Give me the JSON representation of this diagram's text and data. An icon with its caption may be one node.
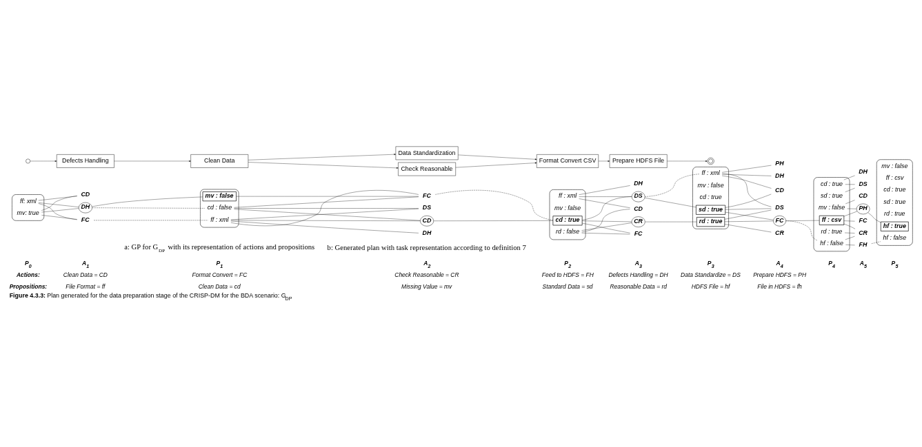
{
  "diagram": {
    "caption": "**Figure 4.3.3:** Plan generated for the data preparation stage of the CRISP-DM for the BDA scenario: G$_{DP}$",
    "nodes": [
      {
        "text": [],
        "shape": "ellipse"
      },
      {
        "text": [
          "ff: xml"
        ],
        "in": 0
      },
      {
        "text": [
          "mv: true"
        ],
        "in": 0
      },
      {
        "text": [
          "CD"
        ]
      },
      {
        "text": [
          "DH"
        ]
      },
      {
        "text": [
          "FC"
        ]
      },
      {
        "text": [],
        "shape": "ellipse"
      },
      {
        "text": [
          "ff : xml"
        ],
        "in": 6
      },
      {
        "text": [
          "mv : false"
        ],
        "in": 6
      },
      {
        "text": [
          "cd : false"
        ],
        "in": 6
      },
      {
        "text": [
          "CD"
        ]
      },
      {
        "text": [
          "DH"
        ]
      },
      {
        "text": [
          "FC"
        ]
      },
      {
        "text": [
          "DS"
        ]
      },
      {
        "text": [],
        "shape": "ellipse"
      },
      {
        "text": [
          "ff : xml"
        ],
        "in": 14
      },
      {
        "text": [
          "mv : false"
        ],
        "in": 14
      },
      {
        "text": [
          "cd : true"
        ],
        "in": 14
      },
      {
        "text": [
          "rd : false"
        ],
        "in": 14
      },
      {
        "text": [
          "CD"
        ]
      },
      {
        "text": [
          "DH"
        ]
      },
      {
        "text": [
          "FC"
        ]
      },
      {
        "text": [
          "DS"
        ]
      },
      {
        "text": [
          "CR"
        ]
      },
      {
        "text": [],
        "shape": "ellipse"
      },
      {
        "text": [
          "ff : xml"
        ],
        "in": 24
      },
      {
        "text": [
          "mv : false"
        ],
        "in": 24
      },
      {
        "text": [
          "cd : true"
        ],
        "in": 24
      },
      {
        "text": [
          "sd : true"
        ],
        "in": 24
      },
      {
        "text": [
          "rd : true"
        ],
        "in": 24
      },
      {
        "text": [
          "CD"
        ]
      },
      {
        "text": [
          "DH"
        ]
      },
      {
        "text": [
          "FC"
        ]
      },
      {
        "text": [
          "DS"
        ]
      },
      {
        "text": [
          "CR"
        ]
      },
      {
        "text": [
          "PH"
        ]
      },
      {
        "text": [],
        "shape": "ellipse"
      },
      {
        "text": [
          "mv : false"
        ],
        "in": 36
      },
      {
        "text": [
          "cd : true"
        ],
        "in": 36
      },
      {
        "text": [
          "ff : csv"
        ],
        "in": 36
      },
      {
        "text": [
          "sd : true"
        ],
        "in": 36
      },
      {
        "text": [
          "rd : true"
        ],
        "in": 36
      },
      {
        "text": [
          "hf : false"
        ],
        "in": 36
      },
      {
        "text": [
          "CD"
        ]
      },
      {
        "text": [
          "DH"
        ]
      },
      {
        "text": [
          "FC"
        ]
      },
      {
        "text": [
          "DS"
        ]
      },
      {
        "text": [
          "CR"
        ]
      },
      {
        "text": [
          "PH"
        ]
      },
      {
        "text": [
          "FH"
        ]
      },
      {
        "text": [],
        "shape": "ellipse"
      },
      {
        "text": [
          "mv : false"
        ],
        "in": 50
      },
      {
        "text": [
          "ff : csv"
        ],
        "in": 50
      },
      {
        "text": [
          "cd : true"
        ],
        "in": 50
      },
      {
        "text": [
          "sd : true"
        ],
        "in": 50
      },
      {
        "text": [
          "rd : true"
        ],
        "in": 50
      },
      {
        "text": [
          "hf : true"
        ],
        "in": 50
      },
      {
        "text": [
          "hf : false"
        ],
        "in": 50
      },
      {
        "text": [],
        "shape": "circle"
      },
      {
        "text": [
          "Defects Handling"
        ]
      },
      {
        "text": [
          "Clean Data"
        ]
      },
      {
        "text": [
          "Data Standardization"
        ]
      },
      {
        "text": [
          "Check Reasonable"
        ]
      },
      {
        "text": [
          "Format Convert CSV"
        ]
      },
      {
        "text": [
          "Prepare HDFS File"
        ]
      },
      {
        "text": [],
        "shape": "circle"
      }
    ],
    "edges": [
      {
        "from": 1,
        "to": 3,
        "arrow": "none"
      },
      {
        "from": 2,
        "to": 3,
        "arrow": "none"
      },
      {
        "from": 1,
        "to": 4,
        "arrow": "none"
      },
      {
        "from": 2,
        "to": 4,
        "arrow": "none"
      },
      {
        "from": 1,
        "to": 5,
        "arrow": "none"
      },
      {
        "from": 2,
        "to": 5,
        "arrow": "none"
      },
      {
        "from": 4,
        "to": 8,
        "arrow": "none"
      },
      {
        "from": 4,
        "to": 9,
        "arrow": "none",
        "style": "dashed"
      },
      {
        "from": 5,
        "to": 7,
        "arrow": "none",
        "style": "dashed"
      },
      {
        "from": 7,
        "to": 10,
        "arrow": "none"
      },
      {
        "from": 7,
        "to": 11,
        "arrow": "none"
      },
      {
        "from": 7,
        "to": 12,
        "arrow": "none"
      },
      {
        "from": 7,
        "to": 13,
        "arrow": "none"
      },
      {
        "from": 8,
        "to": 12,
        "arrow": "none"
      },
      {
        "from": 9,
        "to": 10,
        "arrow": "none"
      },
      {
        "from": 9,
        "to": 12,
        "arrow": "none"
      },
      {
        "from": 9,
        "to": 13,
        "arrow": "none"
      },
      {
        "from": 10,
        "to": 17,
        "arrow": "none"
      },
      {
        "from": 12,
        "to": 17,
        "arrow": "none",
        "style": "dashed"
      },
      {
        "from": 15,
        "to": 19,
        "arrow": "none"
      },
      {
        "from": 15,
        "to": 20,
        "arrow": "none"
      },
      {
        "from": 15,
        "to": 22,
        "arrow": "none"
      },
      {
        "from": 17,
        "to": 21,
        "arrow": "none"
      },
      {
        "from": 17,
        "to": 22,
        "arrow": "none"
      },
      {
        "from": 17,
        "to": 23,
        "arrow": "none"
      },
      {
        "from": 18,
        "to": 19,
        "arrow": "none"
      },
      {
        "from": 18,
        "to": 21,
        "arrow": "none"
      },
      {
        "from": 18,
        "to": 23,
        "arrow": "none"
      },
      {
        "from": 22,
        "to": 28,
        "arrow": "none"
      },
      {
        "from": 22,
        "to": 25,
        "arrow": "none",
        "style": "dashed"
      },
      {
        "from": 23,
        "to": 29,
        "arrow": "none"
      },
      {
        "from": 25,
        "to": 30,
        "arrow": "none"
      },
      {
        "from": 25,
        "to": 31,
        "arrow": "none"
      },
      {
        "from": 25,
        "to": 33,
        "arrow": "none"
      },
      {
        "from": 25,
        "to": 35,
        "arrow": "none"
      },
      {
        "from": 28,
        "to": 30,
        "arrow": "none"
      },
      {
        "from": 28,
        "to": 32,
        "arrow": "none"
      },
      {
        "from": 28,
        "to": 33,
        "arrow": "none"
      },
      {
        "from": 29,
        "to": 32,
        "arrow": "none"
      },
      {
        "from": 29,
        "to": 33,
        "arrow": "none"
      },
      {
        "from": 29,
        "to": 34,
        "arrow": "none"
      },
      {
        "from": 32,
        "to": 39,
        "arrow": "none"
      },
      {
        "from": 32,
        "to": 42,
        "arrow": "none",
        "style": "dashed"
      },
      {
        "from": 37,
        "to": 43,
        "arrow": "none"
      },
      {
        "from": 37,
        "to": 48,
        "arrow": "none"
      },
      {
        "from": 38,
        "to": 44,
        "arrow": "none"
      },
      {
        "from": 38,
        "to": 46,
        "arrow": "none"
      },
      {
        "from": 39,
        "to": 45,
        "arrow": "none"
      },
      {
        "from": 39,
        "to": 47,
        "arrow": "none"
      },
      {
        "from": 39,
        "to": 48,
        "arrow": "none"
      },
      {
        "from": 40,
        "to": 46,
        "arrow": "none"
      },
      {
        "from": 41,
        "to": 47,
        "arrow": "none"
      },
      {
        "from": 42,
        "to": 47,
        "arrow": "none"
      },
      {
        "from": 42,
        "to": 49,
        "arrow": "none"
      },
      {
        "from": 48,
        "to": 56,
        "arrow": "none"
      },
      {
        "from": 49,
        "to": 57,
        "arrow": "none",
        "style": "dashed"
      },
      {
        "from": 58,
        "to": 59,
        "arrow": "to"
      },
      {
        "from": 59,
        "to": 60,
        "arrow": "to"
      },
      {
        "from": 60,
        "to": 61,
        "arrow": "to"
      },
      {
        "from": 60,
        "to": 62,
        "arrow": "to"
      },
      {
        "from": 61,
        "to": 63,
        "arrow": "to"
      },
      {
        "from": 62,
        "to": 63,
        "arrow": "to"
      },
      {
        "from": 63,
        "to": 64,
        "arrow": "to"
      },
      {
        "from": 64,
        "to": 65,
        "arrow": "to"
      }
    ],
    "labels": [
      "Propositions:",
      "File Format = ff",
      "Clean Data = cd",
      "Missing Value = mv",
      "Standard Data = sd",
      "Reasonable Data = rd",
      "HDFS File = hf",
      "File in HDFS = fh",
      "Actions:",
      "Clean Data = CD",
      "Format Convert = FC",
      "Check Reasonable = CR",
      "Feed to HDFS = FH",
      "Defects Handling = DH",
      "Data Standardize = DS",
      "Prepare HDFS = PH",
      "P$_{0}$",
      "A$_{1}$",
      "P$_{1}$",
      "A$_{2}$",
      "P$_{2}$",
      "A$_{3}$",
      "P$_{3}$",
      "A$_{4}$",
      "P$_{4}$",
      "A$_{5}$",
      "P$_{5}$",
      "a: GP for G$_{DP}$ with its representation of actions and propositions",
      "b: Generated plan with task representation according to definition 7"
    ]
  }
}
